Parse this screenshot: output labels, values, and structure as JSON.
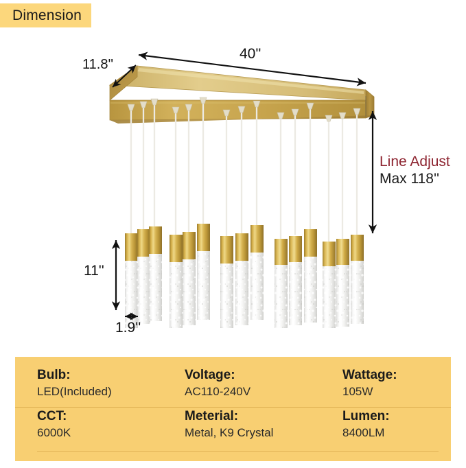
{
  "header": {
    "title": "Dimension",
    "background_color": "#fcd77c"
  },
  "diagram": {
    "product": "linear crystal bubble pendant chandelier",
    "canopy": {
      "top_face_color": "#dcc37c",
      "front_face_color": "#c9a64a",
      "end_face_color": "#b5903c"
    },
    "pendant": {
      "cap_color": "#c9a23c",
      "crystal_color": "#f2f2f0",
      "cord_color": "#efeee9",
      "count": 15
    },
    "dimensions": {
      "width_label": "40''",
      "depth_label": "11.8''",
      "drop_label": "11''",
      "tube_width_label": "1.9''",
      "line_adjust_title": "Line Adjust",
      "line_adjust_value": "Max 118''",
      "line_adjust_title_color": "#8d2430"
    }
  },
  "spec_table": {
    "background_color": "#f8cf72",
    "rows": [
      [
        {
          "key": "Bulb:",
          "value": "LED(Included)"
        },
        {
          "key": "Voltage:",
          "value": "AC110-240V"
        },
        {
          "key": "Wattage:",
          "value": "105W"
        }
      ],
      [
        {
          "key": "CCT:",
          "value": "6000K"
        },
        {
          "key": "Meterial:",
          "value": "Metal, K9 Crystal"
        },
        {
          "key": "Lumen:",
          "value": "8400LM"
        }
      ]
    ]
  }
}
